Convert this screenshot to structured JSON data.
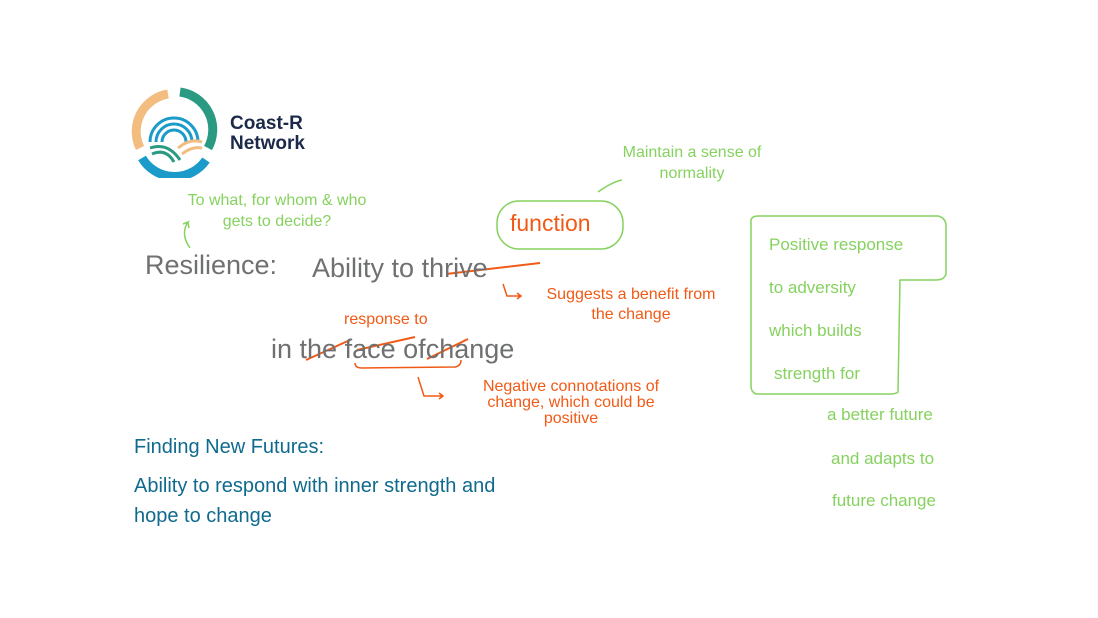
{
  "logo": {
    "line1": "Coast-R",
    "line2": "Network"
  },
  "resilience": {
    "label": "Resilience:",
    "line1_prefix": "Ability to",
    "line1_struck": "thrive",
    "line2_in": "in",
    "line2_struck_the": "the",
    "line2_struck_face": "face",
    "line2_struck_of": "of",
    "line2_end": "change"
  },
  "annotations": {
    "question_line1": "To what, for whom & who",
    "question_line2": "gets to decide?",
    "function": "function",
    "normality_line1": "Maintain a sense of",
    "normality_line2": "normality",
    "benefit_line1": "Suggests a benefit from",
    "benefit_line2": "the change",
    "response_to": "response to",
    "negative_line1": "Negative connotations of",
    "negative_line2": "change, which could be",
    "negative_line3": "positive",
    "box_lines": [
      "Positive response",
      "to adversity",
      "which builds",
      "strength for"
    ],
    "outside_lines": [
      "a better future",
      "and adapts to",
      "future change"
    ]
  },
  "finding": {
    "title": "Finding New Futures:",
    "line1": "Ability to respond with inner strength and",
    "line2": "hope to change"
  },
  "colors": {
    "gray": "#6f7072",
    "orange": "#f15a16",
    "green": "#86d25f",
    "blue": "#0f6a8e"
  }
}
